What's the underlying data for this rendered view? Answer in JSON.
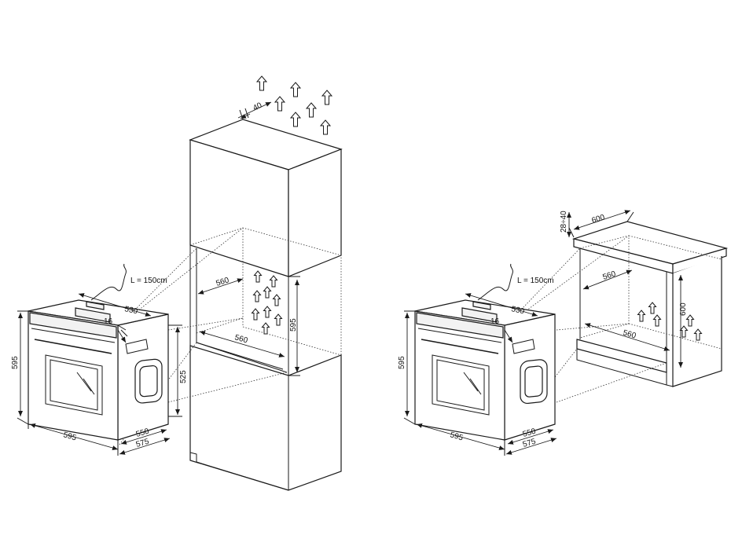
{
  "left": {
    "oven": {
      "cable_label": "L = 150cm",
      "dim_depth_top": "530",
      "dim_panel": "16",
      "dim_height": "595",
      "dim_width": "595",
      "dim_inner_height": "525",
      "dim_depth_1": "550",
      "dim_depth_2": "575"
    },
    "cabinet": {
      "dim_gap": "40",
      "dim_niche_top_width": "560",
      "dim_niche_bottom_width": "560",
      "dim_niche_height": "595"
    }
  },
  "right": {
    "oven": {
      "cable_label": "L = 150cm",
      "dim_depth_top": "530",
      "dim_panel": "16",
      "dim_height": "595",
      "dim_width": "595",
      "dim_depth_1": "550",
      "dim_depth_2": "575"
    },
    "counter": {
      "dim_top_thickness": "28÷40",
      "dim_top_depth": "600",
      "dim_niche_top_width": "560",
      "dim_niche_bottom_width": "560",
      "dim_niche_height": "600"
    }
  }
}
